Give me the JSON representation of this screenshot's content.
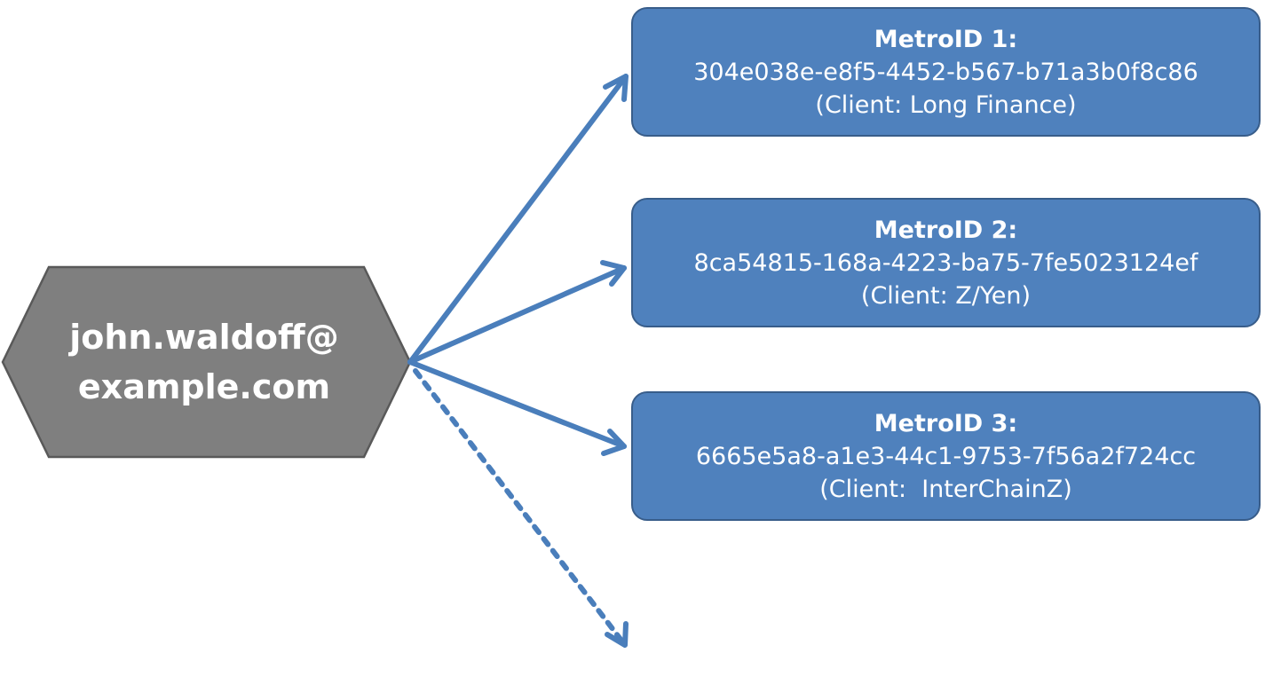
{
  "source": {
    "line1": "john.waldoff@",
    "line2": "example.com"
  },
  "metroids": [
    {
      "title": "MetroID 1:",
      "id": "304e038e-e8f5-4452-b567-b71a3b0f8c86",
      "client": "(Client: Long Finance)"
    },
    {
      "title": "MetroID 2:",
      "id": "8ca54815-168a-4223-ba75-7fe5023124ef",
      "client": "(Client: Z/Yen)"
    },
    {
      "title": "MetroID 3:",
      "id": "6665e5a8-a1e3-44c1-9753-7f56a2f724cc",
      "client": "(Client:  InterChainZ)"
    }
  ],
  "colors": {
    "source_fill": "#7f7f7f",
    "source_stroke": "#595959",
    "box_fill": "#4f81bd",
    "box_stroke": "#385d8a",
    "arrow": "#4a7ebb"
  }
}
